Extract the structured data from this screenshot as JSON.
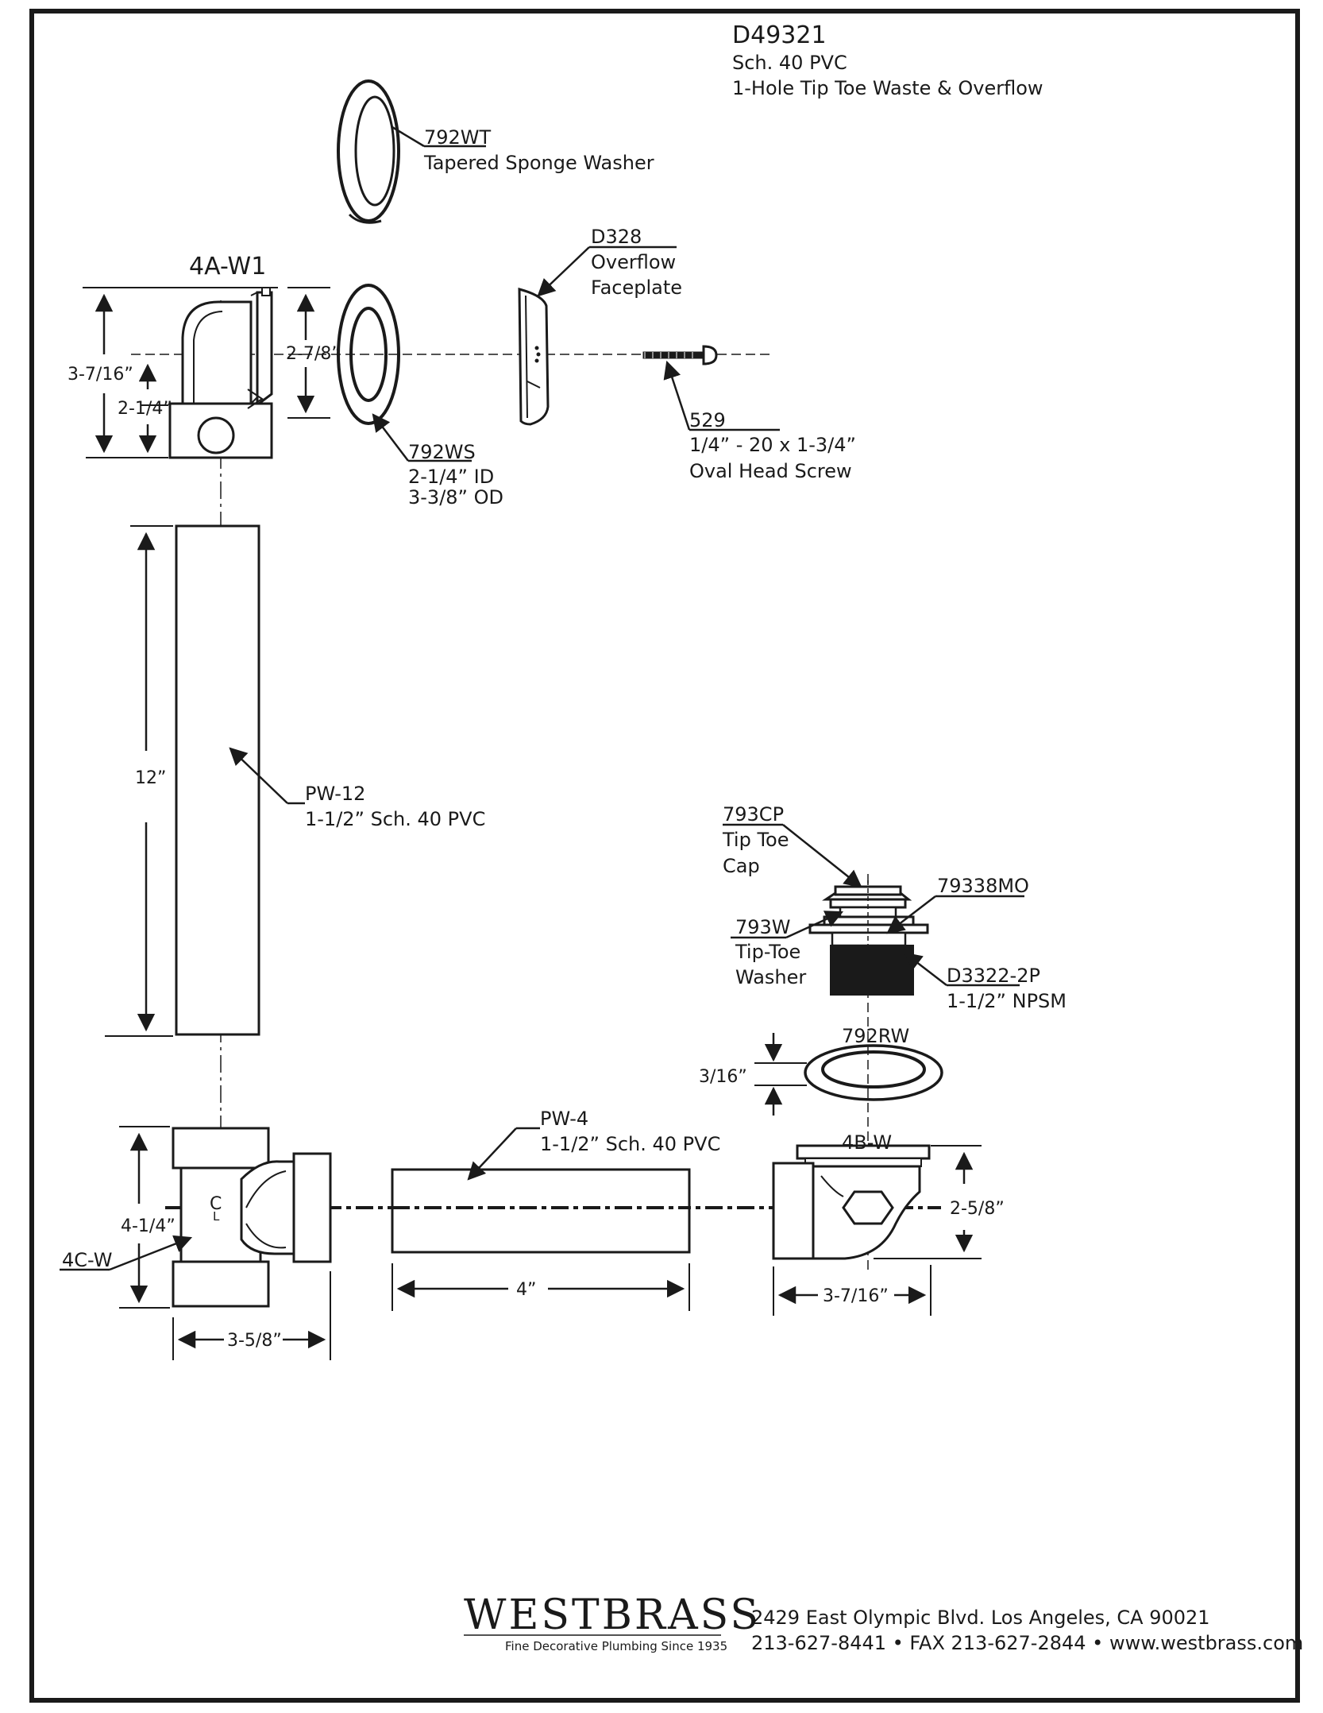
{
  "header": {
    "part_number": "D49321",
    "material": "Sch. 40 PVC",
    "description": "1-Hole Tip Toe Waste & Overflow"
  },
  "parts": {
    "p792WT": {
      "code": "792WT",
      "desc1": "Tapered Sponge Washer"
    },
    "p4AW1": {
      "code": "4A-W1"
    },
    "pD328": {
      "code": "D328",
      "desc1": "Overflow",
      "desc2": "Faceplate"
    },
    "p792WS": {
      "code": "792WS",
      "desc1": "2-1/4” ID",
      "desc2": "3-3/8” OD"
    },
    "p529": {
      "code": "529",
      "desc1": "1/4” - 20 x 1-3/4”",
      "desc2": "Oval Head Screw"
    },
    "pPW12": {
      "code": "PW-12",
      "desc1": "1-1/2” Sch. 40 PVC"
    },
    "p793CP": {
      "code": "793CP",
      "desc1": "Tip Toe",
      "desc2": "Cap"
    },
    "p79338MO": {
      "code": "79338MO"
    },
    "p793W": {
      "code": "793W",
      "desc1": "Tip-Toe",
      "desc2": "Washer"
    },
    "pD3322": {
      "code": "D3322-2P",
      "desc1": "1-1/2” NPSM"
    },
    "p792RW": {
      "code": "792RW"
    },
    "pPW4": {
      "code": "PW-4",
      "desc1": "1-1/2” Sch. 40 PVC"
    },
    "p4BW": {
      "code": "4B-W"
    },
    "p4CW": {
      "code": "4C-W"
    }
  },
  "dimensions": {
    "elbow_height": "3-7/16”",
    "elbow_center": "2-1/4”",
    "overflow_height": "2-7/8”",
    "pipe_long": "12”",
    "washer_thickness": "3/16”",
    "tee_height": "4-1/4”",
    "tee_width": "3-5/8”",
    "pipe_short": "4”",
    "shoe_height": "2-5/8”",
    "shoe_width": "3-7/16”",
    "centerline_symbol": "C",
    "centerline_sub": "L"
  },
  "footer": {
    "brand": "WESTBRASS",
    "tagline": "Fine Decorative Plumbing Since 1935",
    "address": "2429 East Olympic Blvd. Los Angeles, CA  90021",
    "contact": "213-627-8441 • FAX 213-627-2844 • www.westbrass.com"
  }
}
